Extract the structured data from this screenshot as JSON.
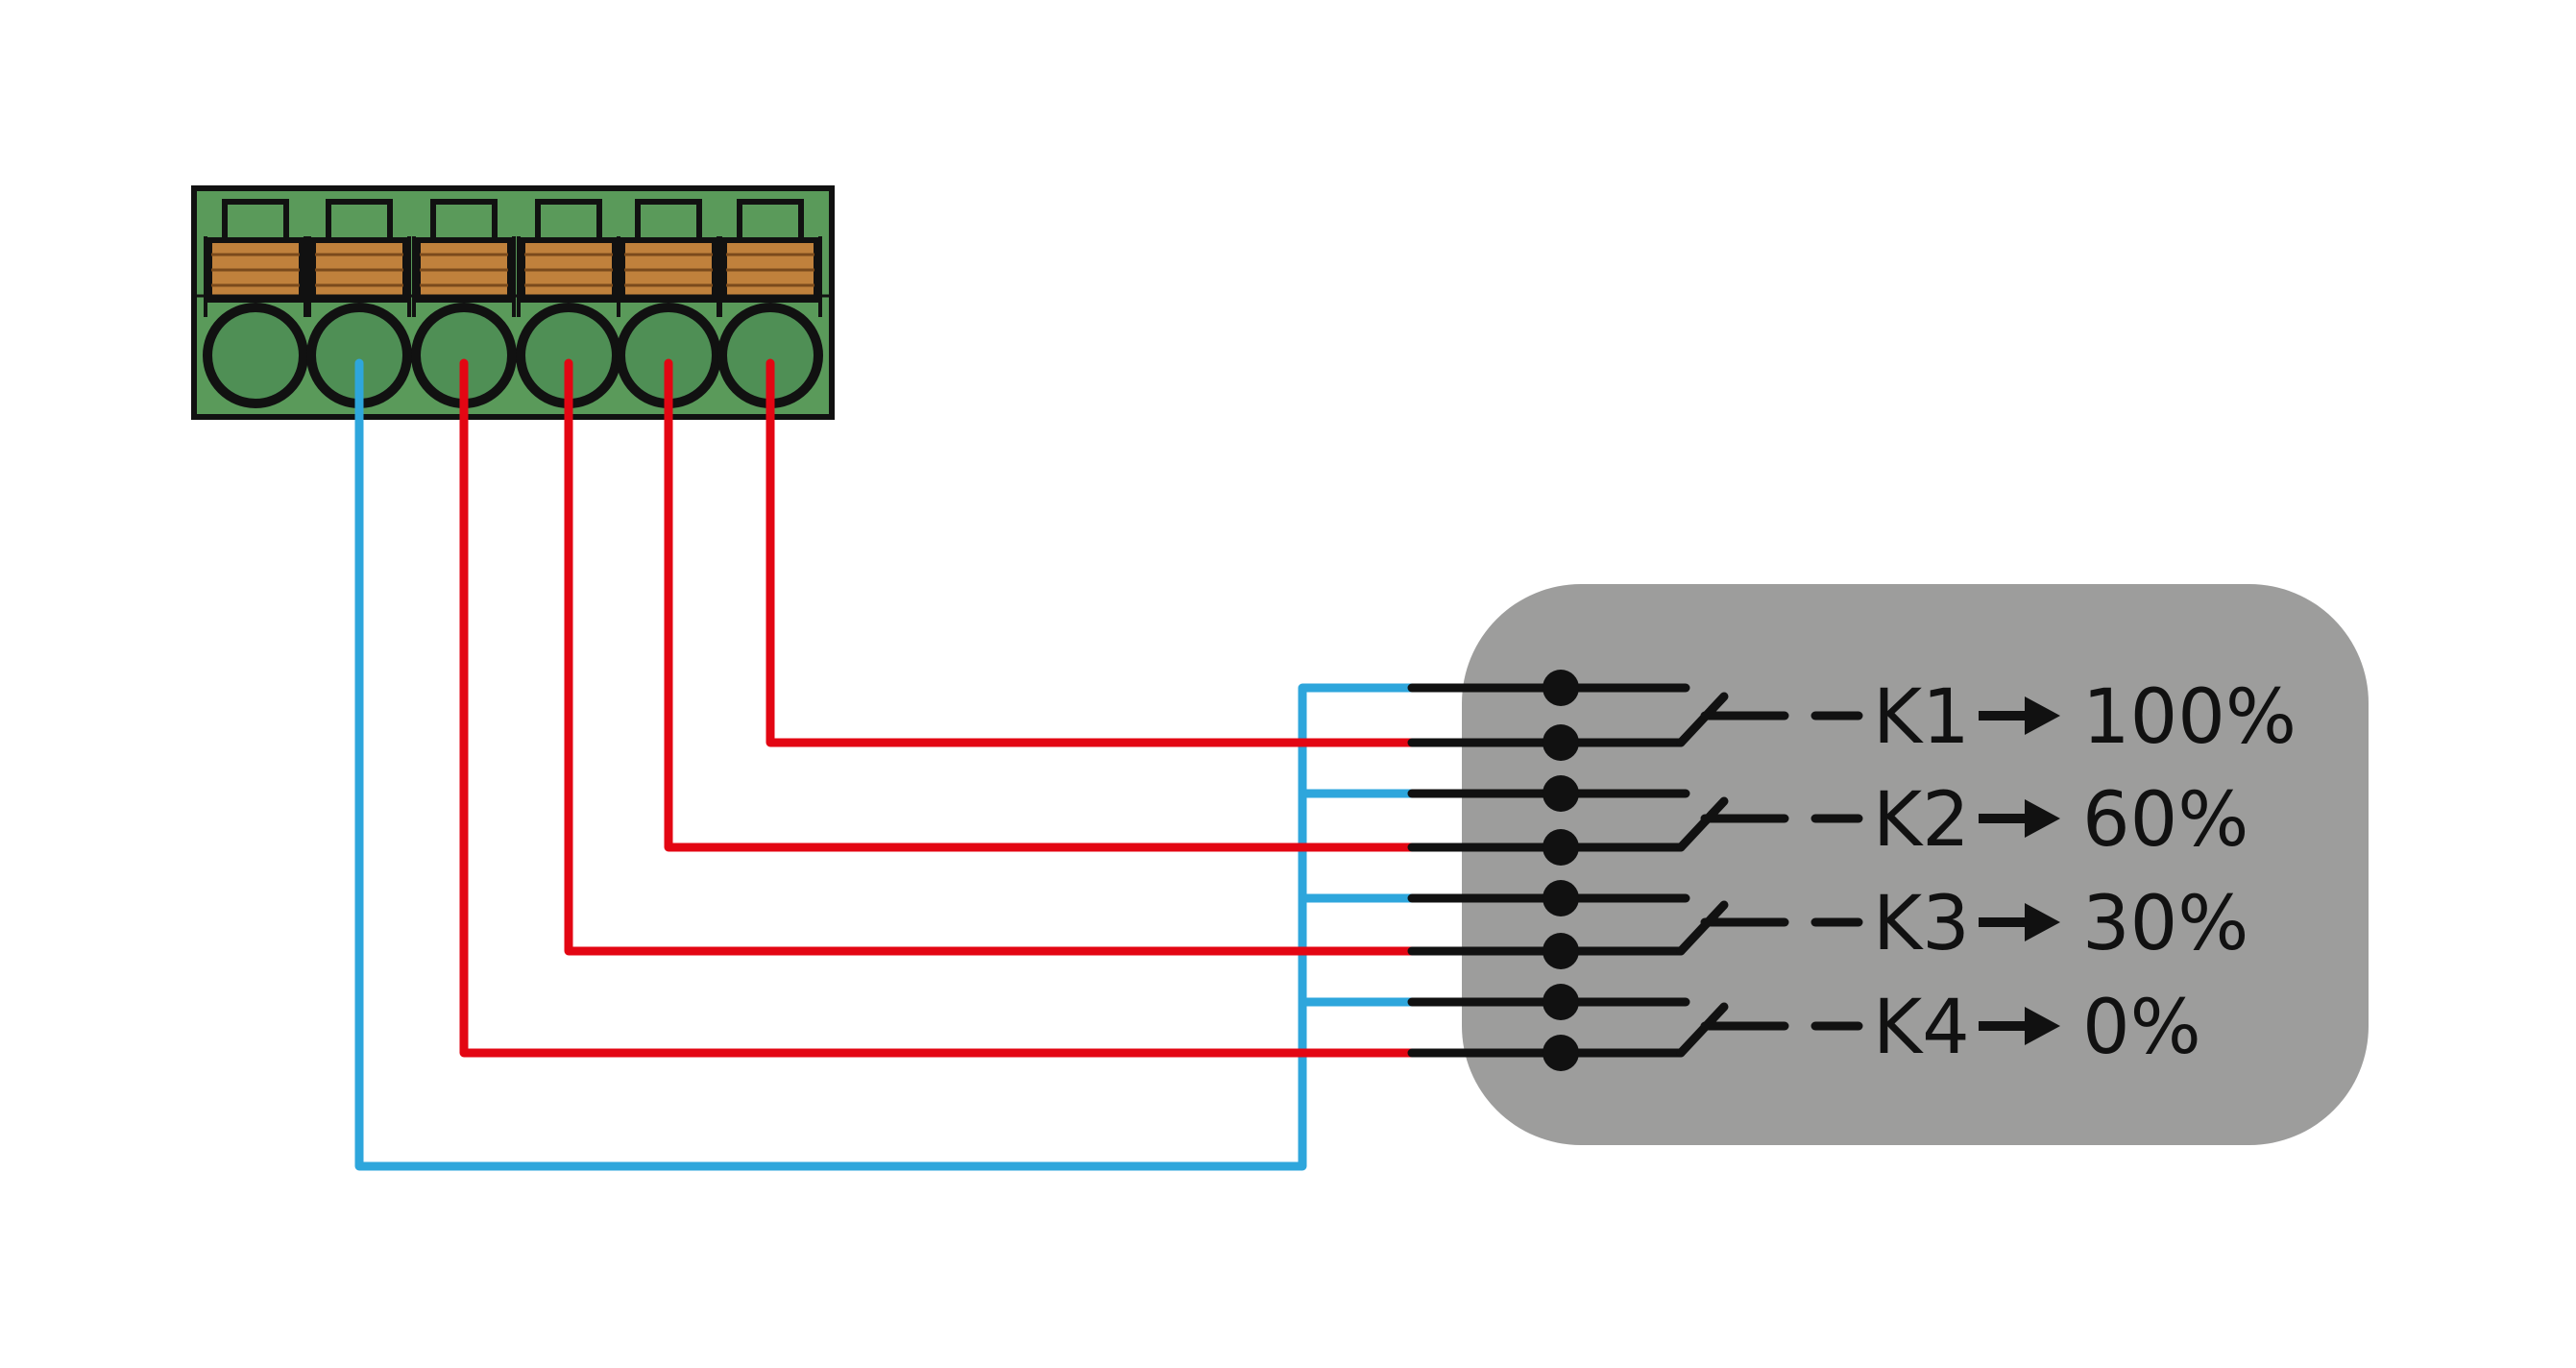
{
  "colors": {
    "background": "#ffffff",
    "terminal_body": "#5a9a5a",
    "terminal_outline": "#111111",
    "spring_contact": "#c0813c",
    "screw_fill": "#4f8f55",
    "relay_box": "#9d9d9c",
    "wire_common": "#2ea6dc",
    "wire_signal": "#e30613",
    "contact_line": "#111111"
  },
  "terminal_block": {
    "pin_count": 6,
    "icon": "spring-terminal-block-icon"
  },
  "relays": [
    {
      "name": "K1",
      "value": "100%"
    },
    {
      "name": "K2",
      "value": "60%"
    },
    {
      "name": "K3",
      "value": "30%"
    },
    {
      "name": "K4",
      "value": "0%"
    }
  ]
}
